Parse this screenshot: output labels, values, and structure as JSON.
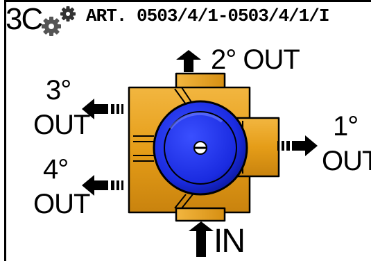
{
  "header": {
    "code": "3C",
    "article": "ART. 0503/4/1-0503/4/1/I"
  },
  "ports": {
    "out2": "2° OUT",
    "out3_line1": "3°",
    "out3_line2": "OUT",
    "out4_line1": "4°",
    "out4_line2": "OUT",
    "out1_line1": "1°",
    "out1_line2": "OUT",
    "in": "IN"
  },
  "icons": {
    "gears": "gears-icon",
    "arrow": "arrow-icon"
  },
  "colors": {
    "brass": "#E8A21E",
    "brass_dark": "#A86A08",
    "knob_blue": "#1A2BE0",
    "knob_dark": "#0A1590",
    "outline": "#000000"
  }
}
